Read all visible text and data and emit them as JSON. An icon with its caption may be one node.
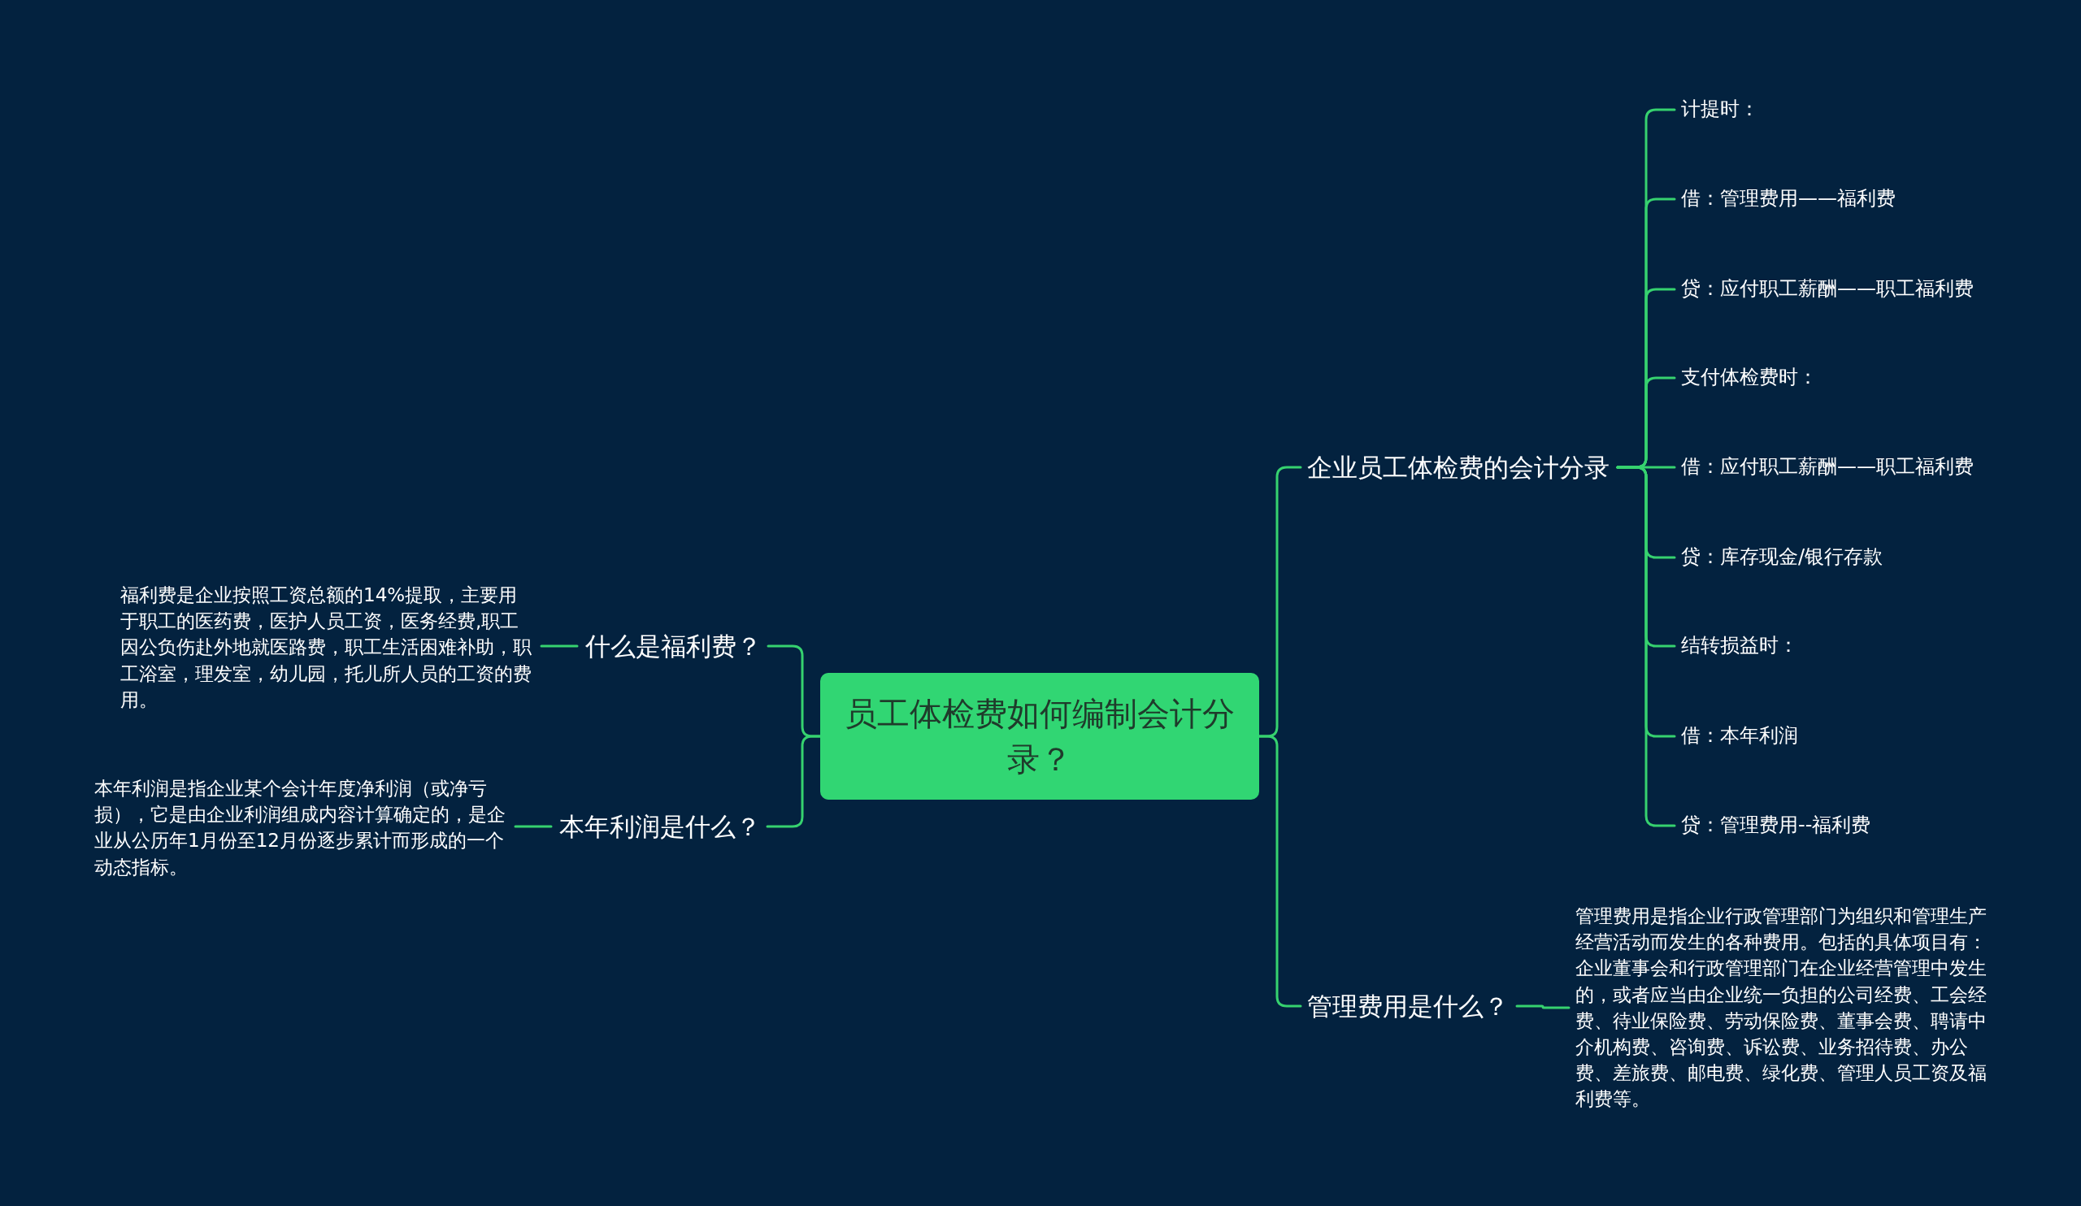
{
  "diagram": {
    "nodes": [
      {
        "text": [
          "员工体检费如何编制会计分录？"
        ]
      },
      {
        "text": [
          "什么是福利费？"
        ]
      },
      {
        "text": [
          "福利费是企业按照工资总额的14%提取，主要用于职工的医药费，医护人员工资，医务经费,职工因公负伤赴外地就医路费，职工生活困难补助，职工浴室，理发室，幼儿园，托儿所人员的工资的费用。"
        ]
      },
      {
        "text": [
          "本年利润是什么？"
        ]
      },
      {
        "text": [
          "本年利润是指企业某个会计年度净利润（或净亏损），它是由企业利润组成内容计算确定的，是企业从公历年1月份至12月份逐步累计而形成的一个动态指标。"
        ]
      },
      {
        "text": [
          "企业员工体检费的会计分录"
        ]
      },
      {
        "text": [
          "计提时："
        ]
      },
      {
        "text": [
          "借：管理费用——福利费"
        ]
      },
      {
        "text": [
          "贷：应付职工薪酬——职工福利费"
        ]
      },
      {
        "text": [
          "支付体检费时："
        ]
      },
      {
        "text": [
          "借：应付职工薪酬——职工福利费"
        ]
      },
      {
        "text": [
          "贷：库存现金/银行存款"
        ]
      },
      {
        "text": [
          "结转损益时："
        ]
      },
      {
        "text": [
          "借：本年利润"
        ]
      },
      {
        "text": [
          "贷：管理费用--福利费"
        ]
      },
      {
        "text": [
          "管理费用是什么？"
        ]
      },
      {
        "text": [
          "管理费用是指企业行政管理部门为组织和管理生产经营活动而发生的各种费用。包括的具体项目有：企业董事会和行政管理部门在企业经营管理中发生的，或者应当由企业统一负担的公司经费、工会经费、待业保险费、劳动保险费、董事会费、聘请中介机构费、咨询费、诉讼费、业务招待费、办公费、差旅费、邮电费、绿化费、管理人员工资及福利费等。"
        ]
      }
    ],
    "edges": [
      {
        "from": 0,
        "to": 1,
        "arrow": "none"
      },
      {
        "from": 1,
        "to": 2,
        "arrow": "none"
      },
      {
        "from": 0,
        "to": 3,
        "arrow": "none"
      },
      {
        "from": 3,
        "to": 4,
        "arrow": "none"
      },
      {
        "from": 0,
        "to": 5,
        "arrow": "none"
      },
      {
        "from": 5,
        "to": 6,
        "arrow": "none"
      },
      {
        "from": 5,
        "to": 7,
        "arrow": "none"
      },
      {
        "from": 5,
        "to": 8,
        "arrow": "none"
      },
      {
        "from": 5,
        "to": 9,
        "arrow": "none"
      },
      {
        "from": 5,
        "to": 10,
        "arrow": "none"
      },
      {
        "from": 5,
        "to": 11,
        "arrow": "none"
      },
      {
        "from": 5,
        "to": 12,
        "arrow": "none"
      },
      {
        "from": 5,
        "to": 13,
        "arrow": "none"
      },
      {
        "from": 5,
        "to": 14,
        "arrow": "none"
      },
      {
        "from": 0,
        "to": 15,
        "arrow": "none"
      },
      {
        "from": 15,
        "to": 16,
        "arrow": "none"
      }
    ]
  }
}
